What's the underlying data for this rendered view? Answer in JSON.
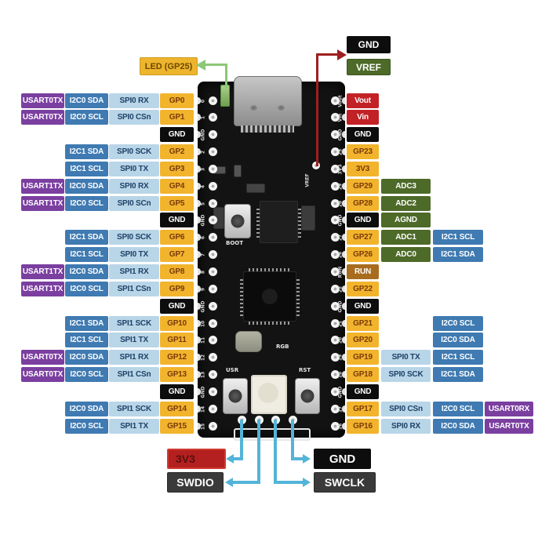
{
  "colors": {
    "usart": "#7b3fa0",
    "i2c": "#3f7ab2",
    "spi": "#b9d5e8",
    "gp": "#f2b42c",
    "gnd": "#0d0d0d",
    "power": "#c22126",
    "adc": "#4d6a28",
    "run": "#a86c1e",
    "spi_text": "#1d4166",
    "gp_text": "#7a3a0c",
    "callout_dark": "#3a3a3a",
    "arrow_blue": "#53b4d8",
    "arrow_red": "#9e1f1f",
    "arrow_green": "#8cc878",
    "led_label_bg": "#edb42d",
    "led_label_text": "#6b4a00",
    "vref_bg": "#4d6a28",
    "v3v3_bg": "#b4201f",
    "v3v3_text": "#58100f"
  },
  "callouts": {
    "led": "LED (GP25)",
    "gnd_top": "GND",
    "vref": "VREF",
    "v3v3": "3V3",
    "swdio": "SWDIO",
    "swclk": "SWCLK",
    "gnd_bottom": "GND"
  },
  "board": {
    "boot_label": "BOOT",
    "usr_label": "USR",
    "rst_label": "RST",
    "rgb_label": "RGB",
    "vref_silk": "VREF"
  },
  "pinout": {
    "left_rows": [
      {
        "silk": "0",
        "cells": [
          {
            "slot": "usart",
            "text": "USART0TX"
          },
          {
            "slot": "i2c",
            "text": "I2C0 SDA"
          },
          {
            "slot": "spi",
            "text": "SPI0 RX"
          },
          {
            "slot": "gp",
            "text": "GP0"
          }
        ]
      },
      {
        "silk": "1",
        "cells": [
          {
            "slot": "usart",
            "text": "USART0TX"
          },
          {
            "slot": "i2c",
            "text": "I2C0 SCL"
          },
          {
            "slot": "spi",
            "text": "SPI0 CSn"
          },
          {
            "slot": "gp",
            "text": "GP1"
          }
        ]
      },
      {
        "silk": "GND",
        "cells": [
          {
            "slot": "gp",
            "type": "gnd",
            "text": "GND"
          }
        ]
      },
      {
        "silk": "2",
        "cells": [
          {
            "slot": "i2c",
            "text": "I2C1 SDA"
          },
          {
            "slot": "spi",
            "text": "SPI0 SCK"
          },
          {
            "slot": "gp",
            "text": "GP2"
          }
        ]
      },
      {
        "silk": "3",
        "cells": [
          {
            "slot": "i2c",
            "text": "I2C1 SCL"
          },
          {
            "slot": "spi",
            "text": "SPI0 TX"
          },
          {
            "slot": "gp",
            "text": "GP3"
          }
        ]
      },
      {
        "silk": "4",
        "cells": [
          {
            "slot": "usart",
            "text": "USART1TX"
          },
          {
            "slot": "i2c",
            "text": "I2C0 SDA"
          },
          {
            "slot": "spi",
            "text": "SPI0 RX"
          },
          {
            "slot": "gp",
            "text": "GP4"
          }
        ]
      },
      {
        "silk": "5",
        "cells": [
          {
            "slot": "usart",
            "text": "USART1TX"
          },
          {
            "slot": "i2c",
            "text": "I2C0 SCL"
          },
          {
            "slot": "spi",
            "text": "SPI0 SCn"
          },
          {
            "slot": "gp",
            "text": "GP5"
          }
        ]
      },
      {
        "silk": "GND",
        "cells": [
          {
            "slot": "gp",
            "type": "gnd",
            "text": "GND"
          }
        ]
      },
      {
        "silk": "6",
        "cells": [
          {
            "slot": "i2c",
            "text": "I2C1 SDA"
          },
          {
            "slot": "spi",
            "text": "SPI0 SCK"
          },
          {
            "slot": "gp",
            "text": "GP6"
          }
        ]
      },
      {
        "silk": "7",
        "cells": [
          {
            "slot": "i2c",
            "text": "I2C1 SCL"
          },
          {
            "slot": "spi",
            "text": "SPI0 TX"
          },
          {
            "slot": "gp",
            "text": "GP7"
          }
        ]
      },
      {
        "silk": "8",
        "cells": [
          {
            "slot": "usart",
            "text": "USART1TX"
          },
          {
            "slot": "i2c",
            "text": "I2C0 SDA"
          },
          {
            "slot": "spi",
            "text": "SPI1 RX"
          },
          {
            "slot": "gp",
            "text": "GP8"
          }
        ]
      },
      {
        "silk": "9",
        "cells": [
          {
            "slot": "usart",
            "text": "USART1TX"
          },
          {
            "slot": "i2c",
            "text": "I2C0 SCL"
          },
          {
            "slot": "spi",
            "text": "SPI1 CSn"
          },
          {
            "slot": "gp",
            "text": "GP9"
          }
        ]
      },
      {
        "silk": "GND",
        "cells": [
          {
            "slot": "gp",
            "type": "gnd",
            "text": "GND"
          }
        ]
      },
      {
        "silk": "10",
        "cells": [
          {
            "slot": "i2c",
            "text": "I2C1 SDA"
          },
          {
            "slot": "spi",
            "text": "SPI1 SCK"
          },
          {
            "slot": "gp",
            "text": "GP10"
          }
        ]
      },
      {
        "silk": "11",
        "cells": [
          {
            "slot": "i2c",
            "text": "I2C1 SCL"
          },
          {
            "slot": "spi",
            "text": "SPI1 TX"
          },
          {
            "slot": "gp",
            "text": "GP11"
          }
        ]
      },
      {
        "silk": "12",
        "cells": [
          {
            "slot": "usart",
            "text": "USART0TX"
          },
          {
            "slot": "i2c",
            "text": "I2C0 SDA"
          },
          {
            "slot": "spi",
            "text": "SPI1 RX"
          },
          {
            "slot": "gp",
            "text": "GP12"
          }
        ]
      },
      {
        "silk": "13",
        "cells": [
          {
            "slot": "usart",
            "text": "USART0TX"
          },
          {
            "slot": "i2c",
            "text": "I2C0 SCL"
          },
          {
            "slot": "spi",
            "text": "SPI1 CSn"
          },
          {
            "slot": "gp",
            "text": "GP13"
          }
        ]
      },
      {
        "silk": "GND",
        "cells": [
          {
            "slot": "gp",
            "type": "gnd",
            "text": "GND"
          }
        ]
      },
      {
        "silk": "14",
        "cells": [
          {
            "slot": "i2c",
            "text": "I2C0 SDA"
          },
          {
            "slot": "spi",
            "text": "SPI1 SCK"
          },
          {
            "slot": "gp",
            "text": "GP14"
          }
        ]
      },
      {
        "silk": "15",
        "cells": [
          {
            "slot": "i2c",
            "text": "I2C0 SCL"
          },
          {
            "slot": "spi",
            "text": "SPI1 TX"
          },
          {
            "slot": "gp",
            "text": "GP15"
          }
        ]
      }
    ],
    "right_rows": [
      {
        "silk": "Vout",
        "cells": [
          {
            "slot": "gp",
            "type": "power",
            "text": "Vout"
          }
        ]
      },
      {
        "silk": "Vin",
        "cells": [
          {
            "slot": "gp",
            "type": "power",
            "text": "Vin"
          }
        ]
      },
      {
        "silk": "GND",
        "cells": [
          {
            "slot": "gp",
            "type": "gnd",
            "text": "GND"
          }
        ]
      },
      {
        "silk": "23",
        "cells": [
          {
            "slot": "gp",
            "text": "GP23"
          }
        ]
      },
      {
        "silk": "3V3",
        "cells": [
          {
            "slot": "gp",
            "text": "3V3"
          }
        ]
      },
      {
        "silk": "29",
        "cells": [
          {
            "slot": "gp",
            "text": "GP29"
          },
          {
            "slot": "c1",
            "type": "adc",
            "text": "ADC3"
          }
        ]
      },
      {
        "silk": "28",
        "cells": [
          {
            "slot": "gp",
            "text": "GP28"
          },
          {
            "slot": "c1",
            "type": "adc",
            "text": "ADC2"
          }
        ]
      },
      {
        "silk": "GND",
        "cells": [
          {
            "slot": "gp",
            "type": "gnd",
            "text": "GND"
          },
          {
            "slot": "c1",
            "type": "adc",
            "text": "AGND"
          }
        ]
      },
      {
        "silk": "27",
        "cells": [
          {
            "slot": "gp",
            "text": "GP27"
          },
          {
            "slot": "c1",
            "type": "adc",
            "text": "ADC1"
          },
          {
            "slot": "c2",
            "type": "i2c",
            "text": "I2C1 SCL"
          }
        ]
      },
      {
        "silk": "26",
        "cells": [
          {
            "slot": "gp",
            "text": "GP26"
          },
          {
            "slot": "c1",
            "type": "adc",
            "text": "ADC0"
          },
          {
            "slot": "c2",
            "type": "i2c",
            "text": "I2C1 SDA"
          }
        ]
      },
      {
        "silk": "RUN",
        "cells": [
          {
            "slot": "gp",
            "type": "run",
            "text": "RUN"
          }
        ]
      },
      {
        "silk": "22",
        "cells": [
          {
            "slot": "gp",
            "text": "GP22"
          }
        ]
      },
      {
        "silk": "GND",
        "cells": [
          {
            "slot": "gp",
            "type": "gnd",
            "text": "GND"
          }
        ]
      },
      {
        "silk": "21",
        "cells": [
          {
            "slot": "gp",
            "text": "GP21"
          },
          {
            "slot": "c2",
            "type": "i2c",
            "text": "I2C0 SCL"
          }
        ]
      },
      {
        "silk": "20",
        "cells": [
          {
            "slot": "gp",
            "text": "GP20"
          },
          {
            "slot": "c2",
            "type": "i2c",
            "text": "I2C0 SDA"
          }
        ]
      },
      {
        "silk": "19",
        "cells": [
          {
            "slot": "gp",
            "text": "GP19"
          },
          {
            "slot": "c1",
            "type": "spi",
            "text": "SPI0 TX"
          },
          {
            "slot": "c2",
            "type": "i2c",
            "text": "I2C1 SCL"
          }
        ]
      },
      {
        "silk": "18",
        "cells": [
          {
            "slot": "gp",
            "text": "GP18"
          },
          {
            "slot": "c1",
            "type": "spi",
            "text": "SPI0 SCK"
          },
          {
            "slot": "c2",
            "type": "i2c",
            "text": "I2C1 SDA"
          }
        ]
      },
      {
        "silk": "GND",
        "cells": [
          {
            "slot": "gp",
            "type": "gnd",
            "text": "GND"
          }
        ]
      },
      {
        "silk": "17",
        "cells": [
          {
            "slot": "gp",
            "text": "GP17"
          },
          {
            "slot": "c1",
            "type": "spi",
            "text": "SPI0 CSn"
          },
          {
            "slot": "c2",
            "type": "i2c",
            "text": "I2C0 SCL"
          },
          {
            "slot": "c3",
            "type": "usart",
            "text": "USART0RX"
          }
        ]
      },
      {
        "silk": "16",
        "cells": [
          {
            "slot": "gp",
            "text": "GP16"
          },
          {
            "slot": "c1",
            "type": "spi",
            "text": "SPI0 RX"
          },
          {
            "slot": "c2",
            "type": "i2c",
            "text": "I2C0 SDA"
          },
          {
            "slot": "c3",
            "type": "usart",
            "text": "USART0TX"
          }
        ]
      }
    ]
  }
}
